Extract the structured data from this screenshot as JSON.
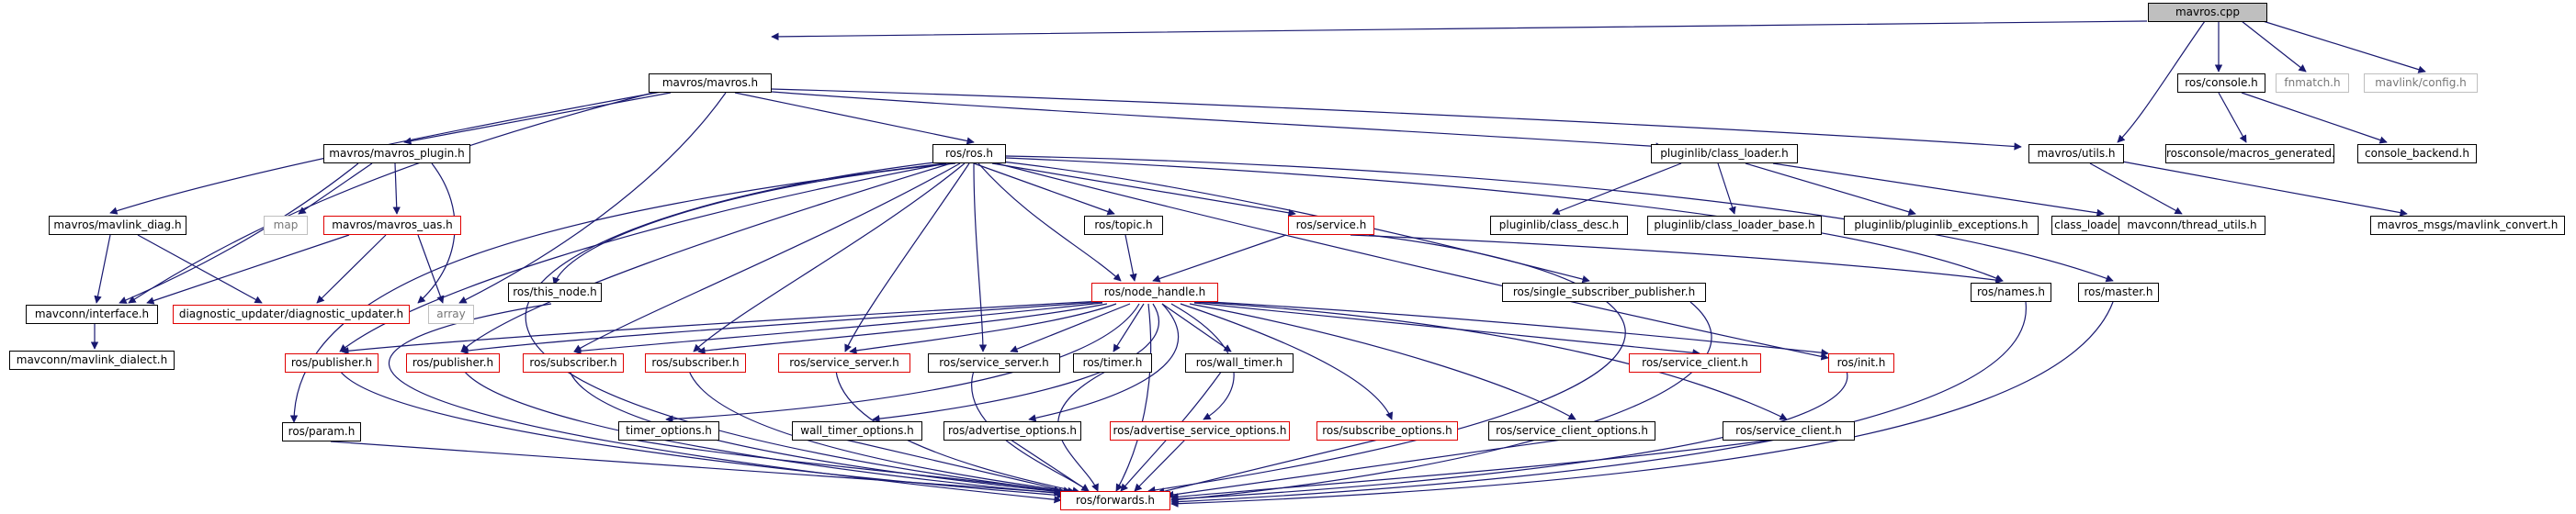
{
  "colors": {
    "edge": "#191970",
    "edge_head": "#191970",
    "focus_fill": "#bfbfbf",
    "border_red": "#e00000",
    "border_grey": "#bfbfbf"
  },
  "nodes": {
    "mavros_cpp": "mavros.cpp",
    "mavros_mavros_h": "mavros/mavros.h",
    "ros_console_h": "ros/console.h",
    "fnmatch_h": "fnmatch.h",
    "mavlink_config_h": "mavlink/config.h",
    "rosconsole_macros_generated_h": "rosconsole/macros_generated.h",
    "console_backend_h": "console_backend.h",
    "mavros_mavros_plugin_h": "mavros/mavros_plugin.h",
    "ros_ros_h": "ros/ros.h",
    "pluginlib_class_loader_h": "pluginlib/class_loader.h",
    "mavros_utils_h": "mavros/utils.h",
    "mavros_mavlink_diag_h": "mavros/mavlink_diag.h",
    "map": "map",
    "mavros_mavros_uas_h": "mavros/mavros_uas.h",
    "ros_topic_h": "ros/topic.h",
    "ros_service_h": "ros/service.h",
    "pluginlib_class_desc_h": "pluginlib/class_desc.h",
    "pluginlib_class_loader_base_h": "pluginlib/class_loader_base.h",
    "pluginlib_pluginlib_exceptions_h": "pluginlib/pluginlib_exceptions.h",
    "class_loader_imp_h": "class_loader_imp.h",
    "mavconn_thread_utils_h": "mavconn/thread_utils.h",
    "mavros_msgs_mavlink_convert_h": "mavros_msgs/mavlink_convert.h",
    "mavconn_interface_h": "mavconn/interface.h",
    "diagnostic_updater_h": "diagnostic_updater/diagnostic_updater.h",
    "array": "array",
    "ros_this_node_h": "ros/this_node.h",
    "ros_node_handle_h": "ros/node_handle.h",
    "ros_single_subscriber_publisher_h": "ros/single_subscriber_publisher.h",
    "ros_names_h": "ros/names.h",
    "ros_master_h": "ros/master.h",
    "mavconn_mavlink_dialect_h": "mavconn/mavlink_dialect.h",
    "ros_publisher_h_1": "ros/publisher.h",
    "ros_publisher_h_2": "ros/publisher.h",
    "ros_subscriber_h_1": "ros/subscriber.h",
    "ros_subscriber_h_2": "ros/subscriber.h",
    "ros_service_server_h_1": "ros/service_server.h",
    "ros_service_server_h_2": "ros/service_server.h",
    "ros_timer_h": "ros/timer.h",
    "ros_wall_timer_h": "ros/wall_timer.h",
    "ros_service_client_h_1": "ros/service_client.h",
    "ros_init_h": "ros/init.h",
    "ros_param_h": "ros/param.h",
    "timer_options_h": "timer_options.h",
    "wall_timer_options_h": "wall_timer_options.h",
    "ros_advertise_options_h": "ros/advertise_options.h",
    "ros_advertise_service_options_h": "ros/advertise_service_options.h",
    "ros_subscribe_options_h": "ros/subscribe_options.h",
    "ros_service_client_options_h": "ros/service_client_options.h",
    "ros_service_client_h_2": "ros/service_client.h",
    "ros_forwards_h": "ros/forwards.h"
  }
}
